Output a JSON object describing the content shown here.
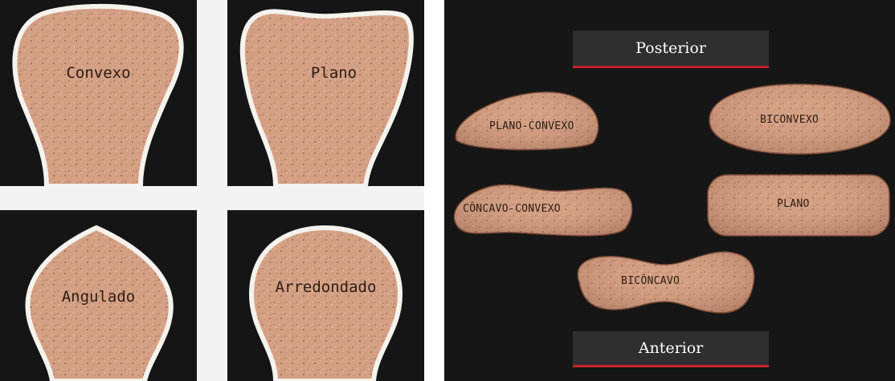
{
  "left_panel": {
    "shapes": [
      {
        "label": "Convexo"
      },
      {
        "label": "Plano"
      },
      {
        "label": "Angulado"
      },
      {
        "label": "Arredondado"
      }
    ]
  },
  "right_panel": {
    "top_plate": "Posterior",
    "bottom_plate": "Anterior",
    "discs": [
      {
        "label": "PLANO-CONVEXO"
      },
      {
        "label": "BICONVEXO"
      },
      {
        "label": "CÔNCAVO-CONVEXO"
      },
      {
        "label": "PLANO"
      },
      {
        "label": "BICÔNCAVO"
      }
    ]
  },
  "colors": {
    "background_dark": "#151515",
    "shape_fill": "#d4a084",
    "outline": "#f5f2ee",
    "plate_underline": "#c8202a"
  }
}
